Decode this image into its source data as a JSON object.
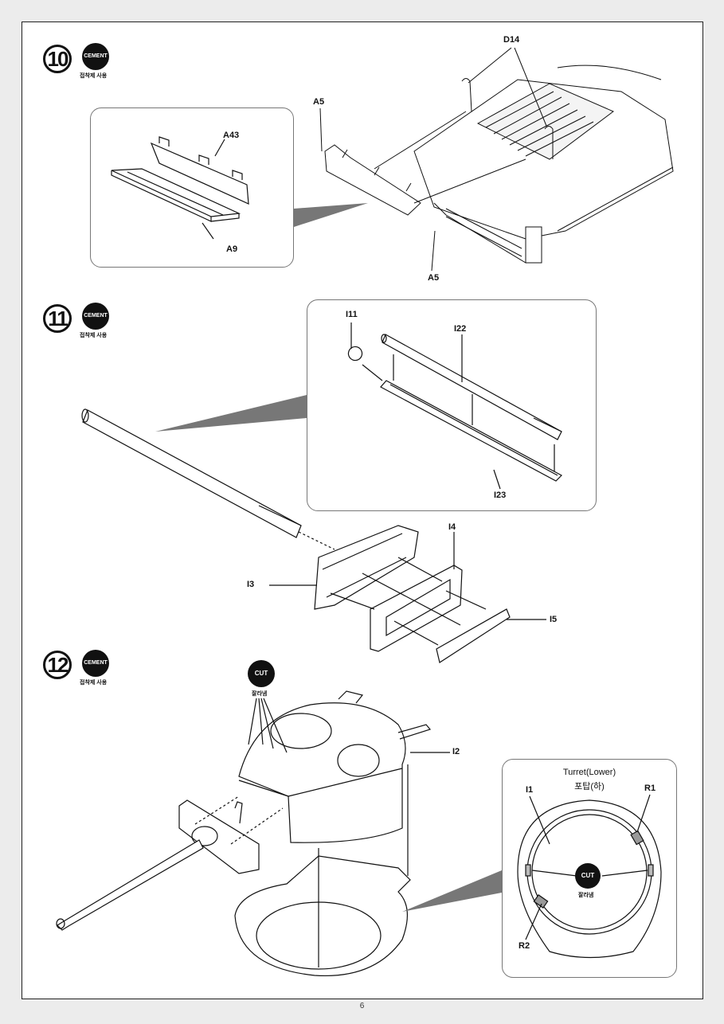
{
  "steps": [
    {
      "number": "10",
      "badge": "CEMENT",
      "badge_caption": "접착제 사용"
    },
    {
      "number": "11",
      "badge": "CEMENT",
      "badge_caption": "접착제 사용"
    },
    {
      "number": "12",
      "badge": "CEMENT",
      "badge_caption": "접착제 사용"
    }
  ],
  "step10": {
    "inset_labels": {
      "a43": "A43",
      "a9": "A9"
    },
    "main_labels": {
      "d14": "D14",
      "a5_top": "A5",
      "a5_bottom": "A5"
    }
  },
  "step11": {
    "inset_labels": {
      "i11": "I11",
      "i22": "I22",
      "i23": "I23"
    },
    "main_labels": {
      "i4": "I4",
      "i3": "I3",
      "i5": "I5"
    }
  },
  "step12": {
    "cut_badge": "CUT",
    "cut_caption": "잘라냄",
    "label_i2": "I2",
    "inset": {
      "title": "Turret(Lower)",
      "subtitle": "포탑(하)",
      "label_i1": "I1",
      "label_r1": "R1",
      "label_r2": "R2",
      "cut_badge": "CUT",
      "cut_caption": "잘라냄"
    }
  },
  "footer": {
    "page_number": "6"
  },
  "colors": {
    "ink": "#111111",
    "callout_gray": "#777777",
    "panel_border": "#777777",
    "page_bg": "#ececec"
  }
}
